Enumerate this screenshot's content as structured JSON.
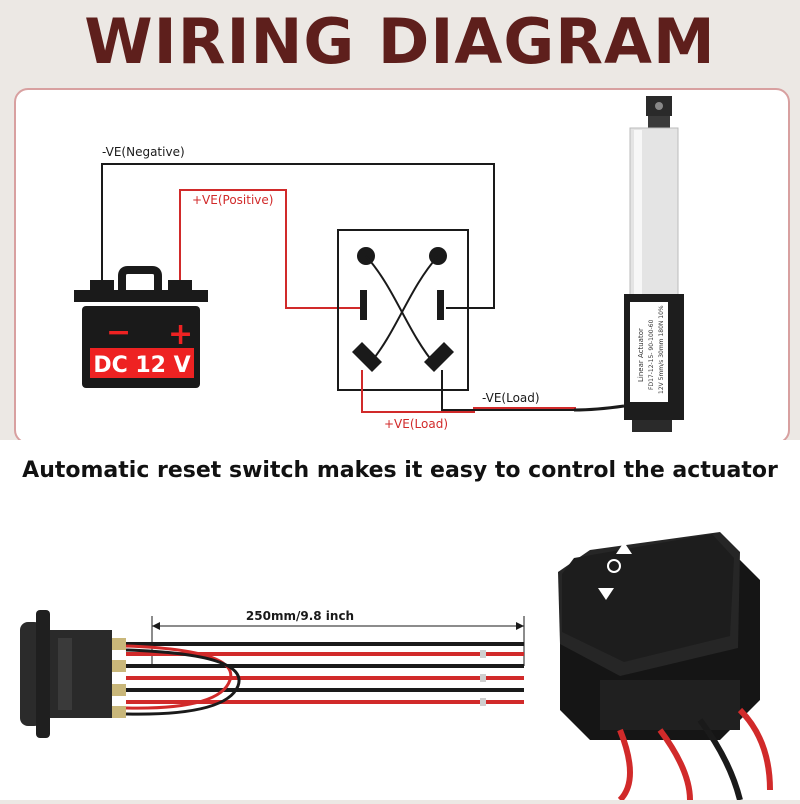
{
  "title": "WIRING DIAGRAM",
  "labels": {
    "neg": "-VE(Negative)",
    "pos": "+VE(Positive)",
    "neg_load": "-VE(Load)",
    "pos_load": "+VE(Load)"
  },
  "battery": {
    "minus": "−",
    "plus": "+",
    "voltage": "DC 12 V"
  },
  "actuator": {
    "line1": "Linear Actuator",
    "line2": "FD17-12-15- 90-100-60",
    "line3": "12V   5mm/s 30mm 180N 10%"
  },
  "caption": "Automatic reset switch makes it easy to control the actuator",
  "dimension": "250mm/9.8 inch",
  "colors": {
    "title": "#5e1f1c",
    "wire_red": "#d12a2a",
    "wire_black": "#1a1a1a"
  }
}
